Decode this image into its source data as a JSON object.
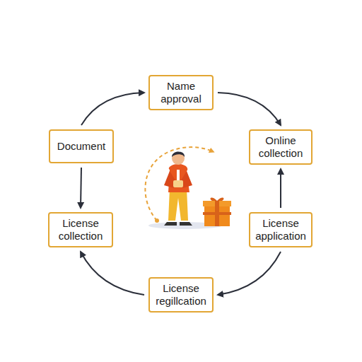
{
  "diagram": {
    "nodes": [
      {
        "text": [
          "Name approval"
        ]
      },
      {
        "text": [
          "Document"
        ]
      },
      {
        "text": [
          "Online collection"
        ]
      },
      {
        "text": [
          "License collection"
        ]
      },
      {
        "text": [
          "License application"
        ]
      },
      {
        "text": [
          "License regillcation"
        ]
      }
    ],
    "edges": [
      {
        "from": 0,
        "to": 2,
        "arrow": "to"
      },
      {
        "from": 1,
        "to": 0,
        "arrow": "to"
      },
      {
        "from": 1,
        "to": 3,
        "arrow": "to"
      },
      {
        "from": 4,
        "to": 2,
        "arrow": "to"
      },
      {
        "from": 4,
        "to": 5,
        "arrow": "to"
      },
      {
        "from": 5,
        "to": 3,
        "arrow": "to"
      }
    ]
  }
}
